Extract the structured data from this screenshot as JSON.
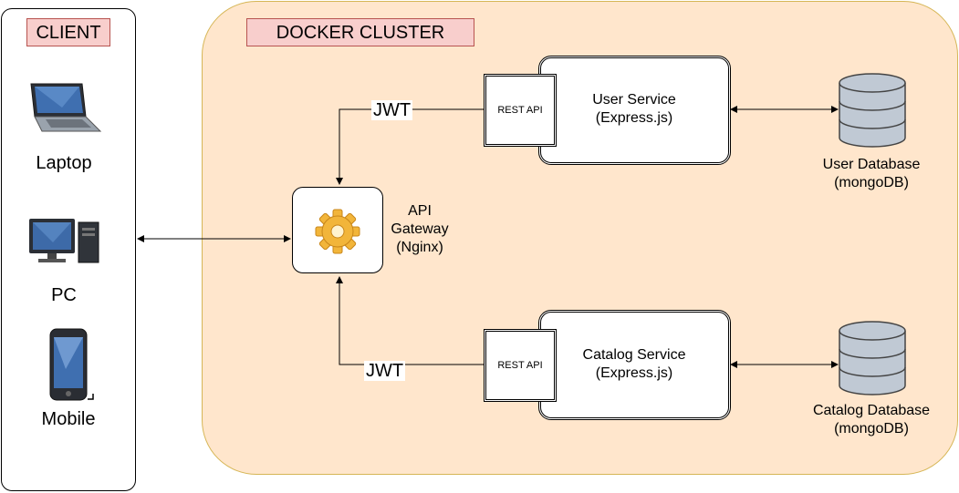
{
  "client": {
    "title": "CLIENT",
    "devices": [
      {
        "label": "Laptop",
        "icon": "laptop-icon"
      },
      {
        "label": "PC",
        "icon": "desktop-pc-icon"
      },
      {
        "label": "Mobile",
        "icon": "mobile-phone-icon"
      }
    ]
  },
  "cluster": {
    "title": "DOCKER CLUSTER",
    "gateway": {
      "line1": "API",
      "line2": "Gateway",
      "line3": "(Nginx)",
      "icon": "gear-icon"
    },
    "services": [
      {
        "name": "User Service",
        "framework": "(Express.js)",
        "api_label": "REST API",
        "token": "JWT",
        "db_name": "User Database",
        "db_type": "(mongoDB)"
      },
      {
        "name": "Catalog Service",
        "framework": "(Express.js)",
        "api_label": "REST API",
        "token": "JWT",
        "db_name": "Catalog Database",
        "db_type": "(mongoDB)"
      }
    ]
  },
  "colors": {
    "cluster_fill": "#ffe6cc",
    "cluster_border": "#d6b656",
    "tag_fill": "#f8cecc",
    "tag_border": "#b85450",
    "database_fill": "#dae8fc"
  }
}
